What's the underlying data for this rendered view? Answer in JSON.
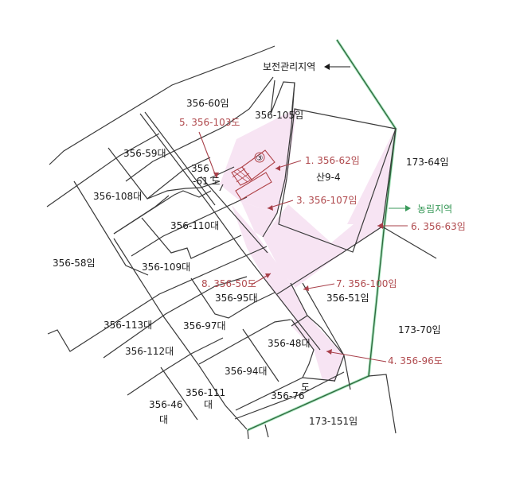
{
  "colors": {
    "parcel_line": "#3a3a3a",
    "zone_boundary": "#2f6a3f",
    "zone_glow": "#9be3b4",
    "highlight_fill": "#f7e4f3",
    "annotation_red": "#b04a4e",
    "zone_label_black": "#1a1a1a",
    "zone_label_green": "#3a9a5a"
  },
  "zones": {
    "conservation": "보전관리지역",
    "agricultural_forest": "농림지역"
  },
  "parcels": {
    "p356_60": "356-60임",
    "p356_105": "356-105임",
    "p356_59": "356-59대",
    "p356_108": "356-108대",
    "p356_61a": "356",
    "p356_61b": "-61 도",
    "p356_110": "356-110대",
    "p356_109": "356-109대",
    "p356_58": "356-58임",
    "p356_95": "356-95대",
    "p356_113": "356-113대",
    "p356_97": "356-97대",
    "p356_112": "356-112대",
    "p356_48": "356-48대",
    "p356_94": "356-94대",
    "p356_111a": "356-111",
    "p356_111b": "대",
    "p356_46a": "356-46",
    "p356_46b": "대",
    "p356_76": "356-76",
    "p356_76do": "도",
    "p173_151": "173-151임",
    "p173_64": "173-64임",
    "p173_70": "173-70임",
    "p356_51": "356-51임",
    "san9_4": "산9-4"
  },
  "annotations": [
    {
      "num": "1.",
      "label": "1. 356-62임"
    },
    {
      "num": "3.",
      "label": "3. 356-107임"
    },
    {
      "num": "4.",
      "label": "4. 356-96도"
    },
    {
      "num": "5.",
      "label": "5. 356-103도"
    },
    {
      "num": "6.",
      "label": "6. 356-63임"
    },
    {
      "num": "7.",
      "label": "7. 356-100임"
    },
    {
      "num": "8.",
      "label": "8. 356-50도"
    }
  ],
  "building_marker": "③"
}
